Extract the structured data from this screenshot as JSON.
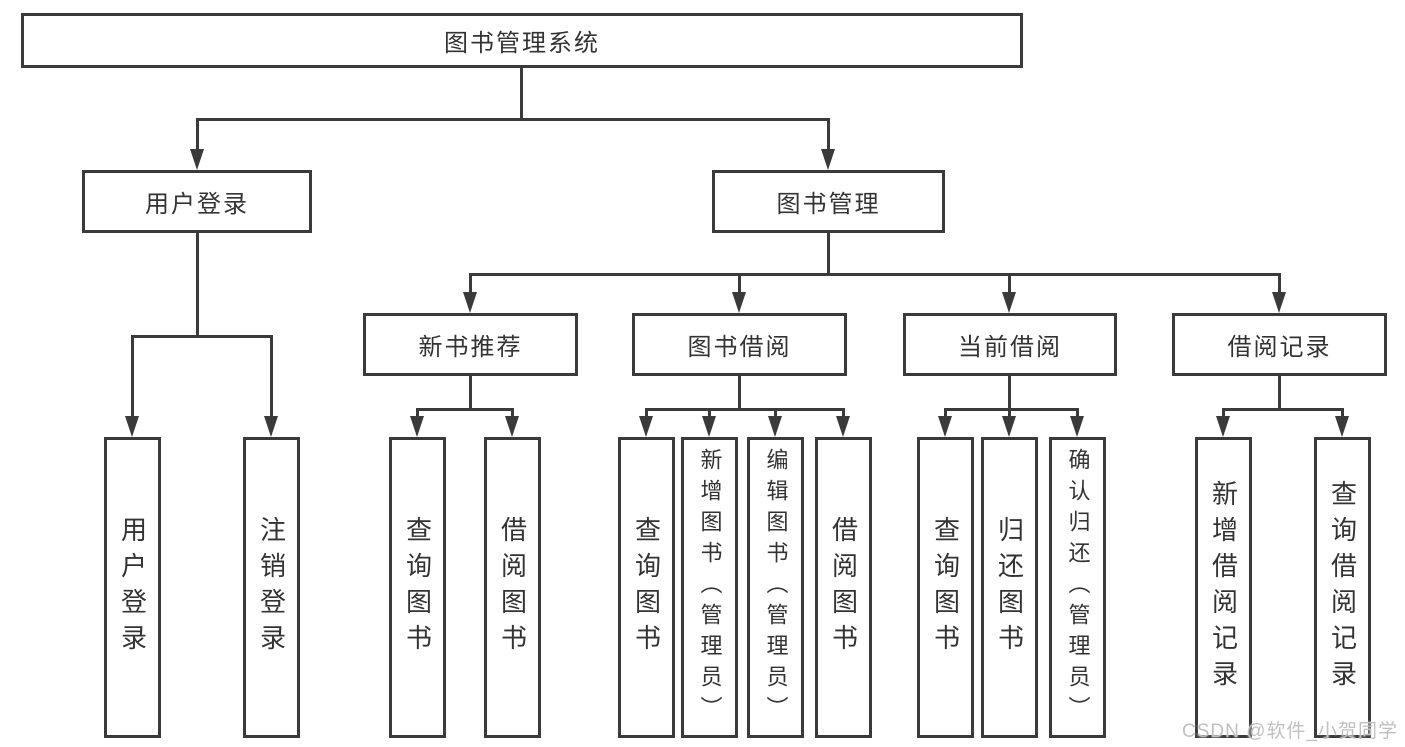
{
  "diagram": {
    "root": "图书管理系统",
    "level2": {
      "user_login": "用户登录",
      "book_management": "图书管理"
    },
    "level3": {
      "new_book_recommendation": "新书推荐",
      "book_borrowing": "图书借阅",
      "current_borrowing": "当前借阅",
      "borrowing_records": "借阅记录"
    },
    "leaves": {
      "user_login": "用户登录",
      "logout": "注销登录",
      "rec_query_books": "查询图书",
      "rec_borrow_books": "借阅图书",
      "bor_query_books": "查询图书",
      "bor_add_books": "新增图书（管理员）",
      "bor_edit_books": "编辑图书（管理员）",
      "bor_borrow_books": "借阅图书",
      "cur_query_books": "查询图书",
      "cur_return_books": "归还图书",
      "cur_confirm_return": "确认归还（管理员）",
      "hist_add_record": "新增借阅记录",
      "hist_query_record": "查询借阅记录"
    },
    "watermark": "CSDN @软件_小贺同学",
    "colors": {
      "line": "#3a3a3a",
      "text": "#333333",
      "background": "#ffffff",
      "watermark": "#c0c0c0"
    }
  }
}
